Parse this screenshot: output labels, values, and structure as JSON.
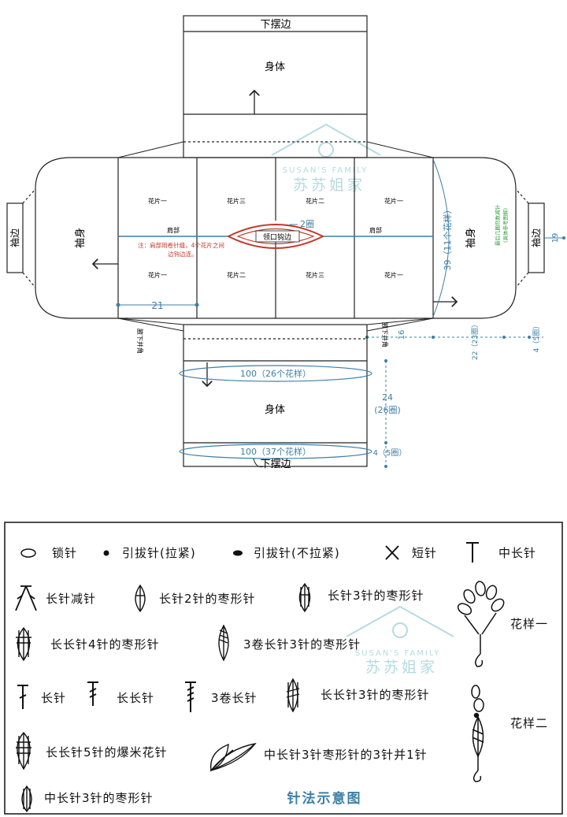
{
  "colors": {
    "line": "#222222",
    "accent": "#3d7fa6",
    "dot": "#6f97b4",
    "red": "#c0392b",
    "green": "#2e9b3a",
    "watermark": "#9ccfd8"
  },
  "diagram": {
    "top_hem": "下摆边",
    "top_body": "身体",
    "bottom_body": "身体",
    "bottom_hem": "下摆边",
    "left_sleeve_body": "袖身",
    "right_sleeve_body": "袖身",
    "left_cuff": "袖边",
    "right_cuff": "袖边",
    "motifs_top": [
      "花片一",
      "花片三",
      "花片二",
      "花片一"
    ],
    "motifs_bottom": [
      "花片一",
      "花片二",
      "花片三",
      "花片一"
    ],
    "shoulder_left": "肩部",
    "shoulder_right": "肩部",
    "neck_label": "领口钩边",
    "neck_rounds": "2圈",
    "red_note_line1": "注：肩部用卷针缝，4个花片之间",
    "red_note_line2": "边钩边连。",
    "green_note_line1": "最后几圈勿数减针",
    "green_note_line2": "(具体参考图解)",
    "dim_21": "21",
    "dim_39": "39（11个花样）",
    "dim_19": "19",
    "dim_16": "16",
    "dim_22": "22（23圈）",
    "dim_4_right": "4（5圈）",
    "underarm_left": "腋下并角",
    "underarm_right": "腋下并角",
    "dim_100_top": "100（26个花样）",
    "dim_24": "24",
    "dim_24_sub": "(26圈)",
    "dim_100_bottom": "100（37个花样）",
    "dim_4_bottom": "4（5圈）",
    "watermark_line1": "SUSAN'S FAMILY",
    "watermark_line2": "苏苏姐家"
  },
  "legend": {
    "items": [
      {
        "icon": "chain-icon",
        "label": "锁针"
      },
      {
        "icon": "slip-stitch-tight-icon",
        "label": "引拔针(拉紧)"
      },
      {
        "icon": "slip-stitch-loose-icon",
        "label": "引拔针(不拉紧)"
      },
      {
        "icon": "single-crochet-icon",
        "label": "短针"
      },
      {
        "icon": "half-double-crochet-icon",
        "label": "中长针"
      },
      {
        "icon": "double-crochet-decrease-icon",
        "label": "长针减针"
      },
      {
        "icon": "dc-2-puff-icon",
        "label": "长针2针的枣形针"
      },
      {
        "icon": "dc-3-puff-icon",
        "label": "长针3针的枣形针"
      },
      {
        "icon": "tr-4-puff-icon",
        "label": "长长针4针的枣形针"
      },
      {
        "icon": "triple-tr-3-puff-icon",
        "label": "3卷长针3针的枣形针"
      },
      {
        "icon": "double-crochet-icon",
        "label": "长针"
      },
      {
        "icon": "treble-crochet-icon",
        "label": "长长针"
      },
      {
        "icon": "triple-treble-icon",
        "label": "3卷长针"
      },
      {
        "icon": "tr-3-puff-icon",
        "label": "长长针3针的枣形针"
      },
      {
        "icon": "tr-5-popcorn-icon",
        "label": "长长针5针的爆米花针"
      },
      {
        "icon": "hdc-3-puff-3-together-icon",
        "label": "中长针3针枣形针的3针并1针"
      },
      {
        "icon": "hdc-3-puff-icon",
        "label": "中长针3针的枣形针"
      }
    ],
    "pattern_one": "花样一",
    "pattern_two": "花样二",
    "title": "针法示意图"
  }
}
